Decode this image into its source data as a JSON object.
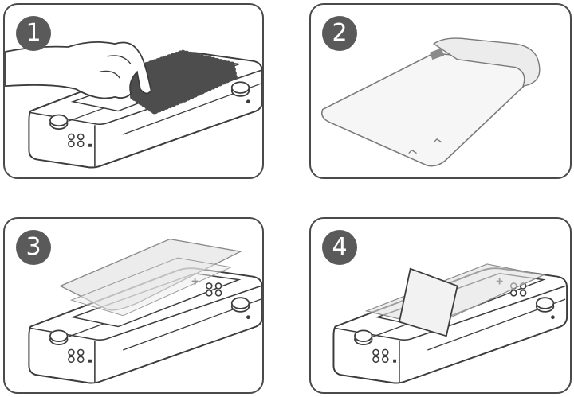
{
  "steps": [
    {
      "number": "1",
      "illustration": "hand-wiping-screen-with-cloth"
    },
    {
      "number": "2",
      "illustration": "peeling-protector-backing-film"
    },
    {
      "number": "3",
      "illustration": "aligning-protector-over-screen"
    },
    {
      "number": "4",
      "illustration": "card-smoothing-protector"
    }
  ],
  "colors": {
    "border": "#4a4a4a",
    "badge": "#5a5a5a",
    "line": "#3c3c3c",
    "cloth": "#4d4d4d",
    "film": "#dcdcdc"
  }
}
